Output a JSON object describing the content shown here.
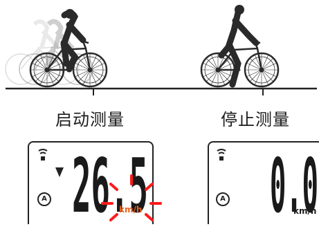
{
  "left": {
    "label": "启动测量",
    "speed": "26.5",
    "unit": "km/h",
    "mode_symbol": "A"
  },
  "right": {
    "label": "停止测量",
    "speed": "0.0",
    "unit": "km/h",
    "mode_symbol": "A"
  },
  "colors": {
    "flash": "#ff1a1a",
    "unit_flash": "#e8641e",
    "ink": "#1a1a1a"
  }
}
